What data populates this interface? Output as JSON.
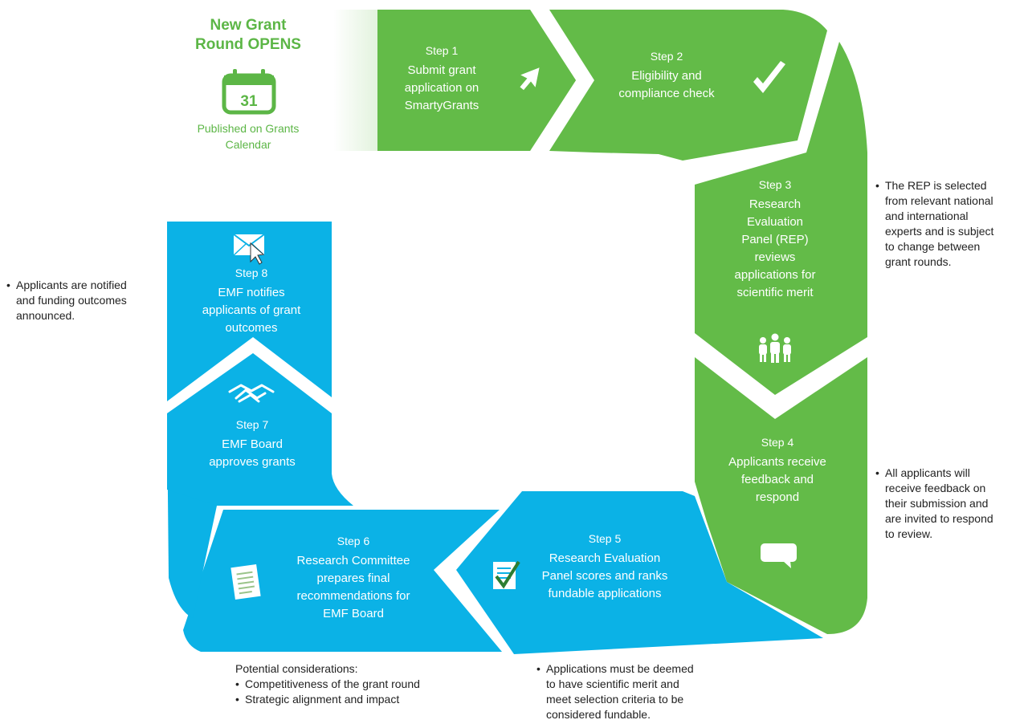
{
  "start": {
    "title_lines": [
      "New Grant",
      "Round OPENS"
    ],
    "calendar_day": "31",
    "subtitle_lines": [
      "Published on Grants",
      "Calendar"
    ]
  },
  "colors": {
    "green": "#63bb48",
    "blue": "#0bb2e6",
    "dark_green_text": "#5cb646",
    "white": "#ffffff"
  },
  "steps": [
    {
      "label": "Step 1",
      "lines": [
        "Submit grant",
        "application on",
        "SmartyGrants"
      ],
      "icon": "cursor-arrow-icon"
    },
    {
      "label": "Step 2",
      "lines": [
        "Eligibility and",
        "compliance check"
      ],
      "icon": "checkmark-icon"
    },
    {
      "label": "Step 3",
      "lines": [
        "Research",
        "Evaluation",
        "Panel (REP)",
        "reviews",
        "applications for",
        "scientific merit"
      ],
      "icon": "people-group-icon"
    },
    {
      "label": "Step 4",
      "lines": [
        "Applicants receive",
        "feedback and",
        "respond"
      ],
      "icon": "speech-bubble-icon"
    },
    {
      "label": "Step 5",
      "lines": [
        "Research Evaluation",
        "Panel scores and ranks",
        "fundable applications"
      ],
      "icon": "checklist-icon"
    },
    {
      "label": "Step 6",
      "lines": [
        "Research Committee",
        "prepares final",
        "recommendations for",
        "EMF Board"
      ],
      "icon": "document-icon"
    },
    {
      "label": "Step 7",
      "lines": [
        "EMF Board",
        "approves grants"
      ],
      "icon": "handshake-icon"
    },
    {
      "label": "Step 8",
      "lines": [
        "EMF notifies",
        "applicants of grant",
        "outcomes"
      ],
      "icon": "envelope-icon"
    }
  ],
  "notes": {
    "rep": [
      "The REP is selected",
      "from relevant national",
      "and international",
      "experts and is subject",
      "to change between",
      "grant rounds."
    ],
    "feedback": [
      "All applicants will",
      "receive feedback on",
      "their submission and",
      "are invited to respond",
      "to review."
    ],
    "notified": [
      "Applicants are notified",
      "and funding outcomes",
      "announced."
    ],
    "considerations_heading": "Potential considerations:",
    "considerations": [
      "Competitiveness of the grant round",
      "Strategic alignment and impact"
    ],
    "merit": [
      "Applications must be deemed",
      "to have scientific merit and",
      "meet selection criteria to be",
      "considered fundable."
    ]
  }
}
